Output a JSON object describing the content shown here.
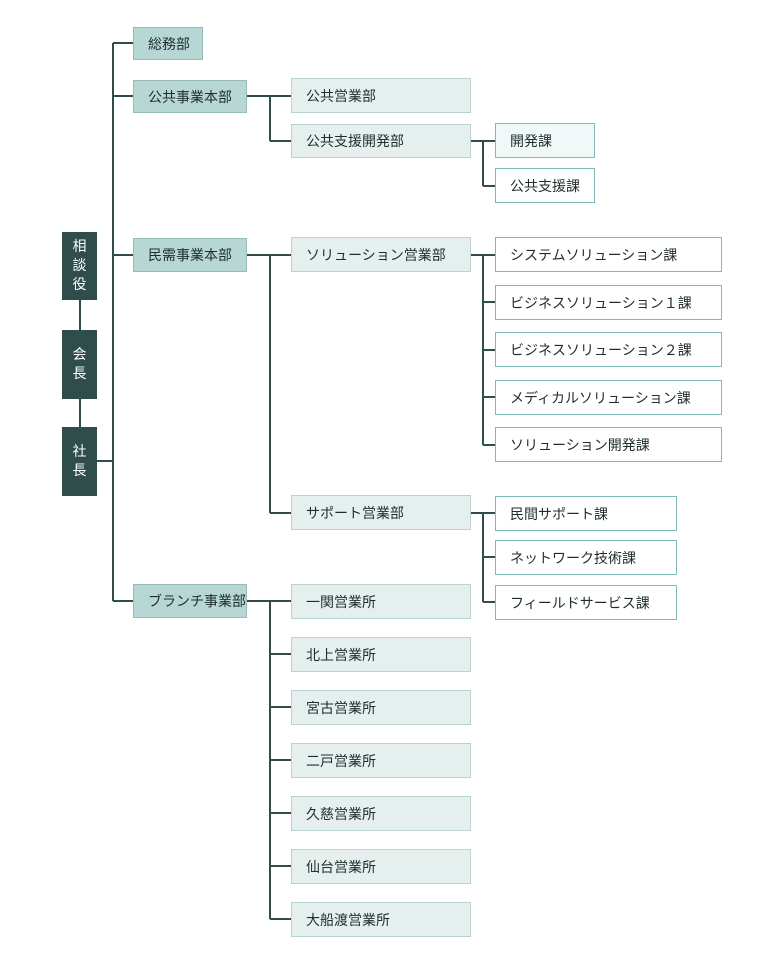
{
  "executives": [
    {
      "chars": [
        "相",
        "談",
        "役"
      ]
    },
    {
      "chars": [
        "会",
        "長"
      ]
    },
    {
      "chars": [
        "社",
        "長"
      ]
    }
  ],
  "departments": {
    "somu": "総務部",
    "kokyo_honbu": "公共事業本部",
    "kokyo_eigyo": "公共営業部",
    "kokyo_shien_kaihatsu": "公共支援開発部",
    "kaihatsu_ka": "開発課",
    "kokyo_shien_ka": "公共支援課",
    "minju_honbu": "民需事業本部",
    "solution_eigyo": "ソリューション営業部",
    "system_solution_ka": "システムソリューション課",
    "business_solution_1": "ビジネスソリューション１課",
    "business_solution_2": "ビジネスソリューション２課",
    "medical_solution_ka": "メディカルソリューション課",
    "solution_kaihatsu_ka": "ソリューション開発課",
    "support_eigyo": "サポート営業部",
    "minkan_support_ka": "民間サポート課",
    "network_gijutsu_ka": "ネットワーク技術課",
    "field_service_ka": "フィールドサービス課",
    "branch_honbu": "ブランチ事業部",
    "ichinoseki": "一関営業所",
    "kitakami": "北上営業所",
    "miyako": "宮古営業所",
    "ninohe": "二戸営業所",
    "kuji": "久慈営業所",
    "sendai": "仙台営業所",
    "ofunato": "大船渡営業所"
  },
  "colors": {
    "line": "#2e4d4b",
    "executive_fill": "#2e4d4b",
    "level1_fill": "#b7d7d5",
    "level2_fill": "#e4efee",
    "level3_border": "#7fbab6"
  }
}
